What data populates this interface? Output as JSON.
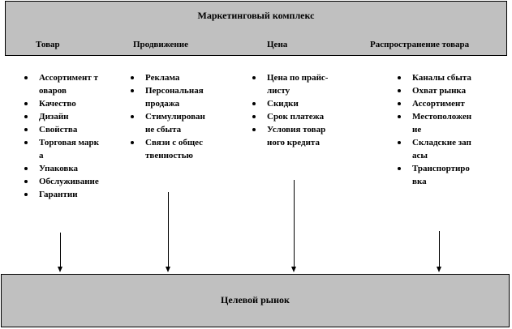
{
  "header": {
    "title": "Маркетинговый комплекс",
    "columns": [
      "Товар",
      "Продвижение",
      "Цена",
      "Распространение товара"
    ]
  },
  "lists": [
    [
      "Ассортимент товаров",
      "Качество",
      "Дизайн",
      "Свойства",
      "Торговая марка",
      "Упаковка",
      "Обслуживание",
      "Гарантии"
    ],
    [
      "Реклама",
      "Персональная продажа",
      "Стимулирование сбыта",
      "Связи с общественностью"
    ],
    [
      "Цена по прайс-листу",
      "Скидки",
      "Срок платежа",
      "Условия товарного кредита"
    ],
    [
      "Каналы сбыта",
      "Охват рынка",
      "Ассортимент",
      "Местоположение",
      "Складские запасы",
      "Транспортировка"
    ]
  ],
  "footer": {
    "title": "Целевой рынок"
  }
}
